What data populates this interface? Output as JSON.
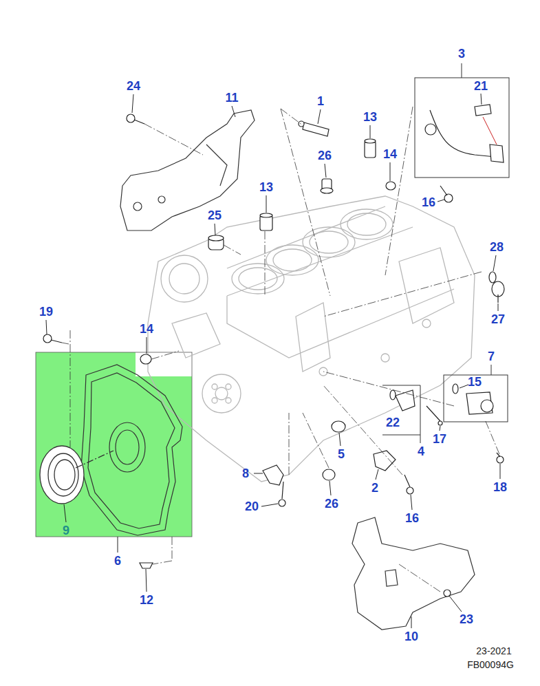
{
  "diagram": {
    "labels": [
      "24",
      "11",
      "1",
      "13",
      "3",
      "21",
      "26",
      "14",
      "16",
      "13",
      "25",
      "28",
      "27",
      "19",
      "14",
      "7",
      "15",
      "22",
      "17",
      "4",
      "5",
      "8",
      "2",
      "18",
      "20",
      "26",
      "16",
      "9",
      "6",
      "12",
      "23",
      "10",
      "23-2021",
      "FB00094G"
    ]
  }
}
